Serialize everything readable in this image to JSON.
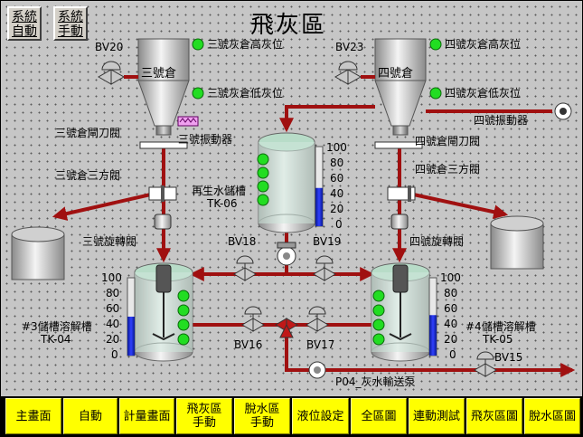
{
  "header": {
    "title": "飛灰區",
    "sys_auto": [
      "系統",
      "自動"
    ],
    "sys_manual": [
      "系統",
      "手動"
    ]
  },
  "silo3": {
    "name": "三號倉",
    "high_level": "三號灰倉高灰位",
    "low_level": "三號灰倉低灰位",
    "vibrator": "三號振動器",
    "knife_gate": "三號倉閘刀閥",
    "three_way": "三號倉三方閥",
    "rotary": "三號旋轉閥",
    "valve": "BV20"
  },
  "silo4": {
    "name": "四號倉",
    "high_level": "四號灰倉高灰位",
    "low_level": "四號灰倉低灰位",
    "vibrator": "四號振動器",
    "knife_gate": "四號倉閘刀閥",
    "three_way": "四號倉三方閥",
    "rotary": "四號旋轉閥",
    "valve": "BV23"
  },
  "tank06": {
    "name": "再生水儲槽",
    "tag": "TK-06",
    "scale": [
      "100",
      "80",
      "60",
      "40",
      "20",
      "0"
    ],
    "level_percent": 48
  },
  "tank04": {
    "name": "#3儲槽溶解槽",
    "tag": "TK-04",
    "scale": [
      "100",
      "80",
      "60",
      "40",
      "20",
      "0"
    ],
    "level_percent": 50
  },
  "tank05": {
    "name": "#4儲槽溶解槽",
    "tag": "TK-05",
    "scale": [
      "100",
      "80",
      "60",
      "40",
      "20",
      "0"
    ],
    "level_percent": 52
  },
  "valves": {
    "bv18": "BV18",
    "bv19": "BV19",
    "bv16": "BV16",
    "bv17": "BV17",
    "bv15": "BV15"
  },
  "pump": {
    "label": "P04_灰水輸送泵"
  },
  "colors": {
    "pipe": "#a01010",
    "indicator_on": "#22dd22",
    "level_fill": "#1a2ad0",
    "nav_bg": "#ffff00"
  },
  "nav": [
    [
      "主畫面"
    ],
    [
      "自動"
    ],
    [
      "計量畫面"
    ],
    [
      "飛灰區",
      "手動"
    ],
    [
      "脫水區",
      "手動"
    ],
    [
      "液位設定"
    ],
    [
      "全區圖"
    ],
    [
      "連動測試"
    ],
    [
      "飛灰區圖"
    ],
    [
      "脫水區圖"
    ]
  ]
}
